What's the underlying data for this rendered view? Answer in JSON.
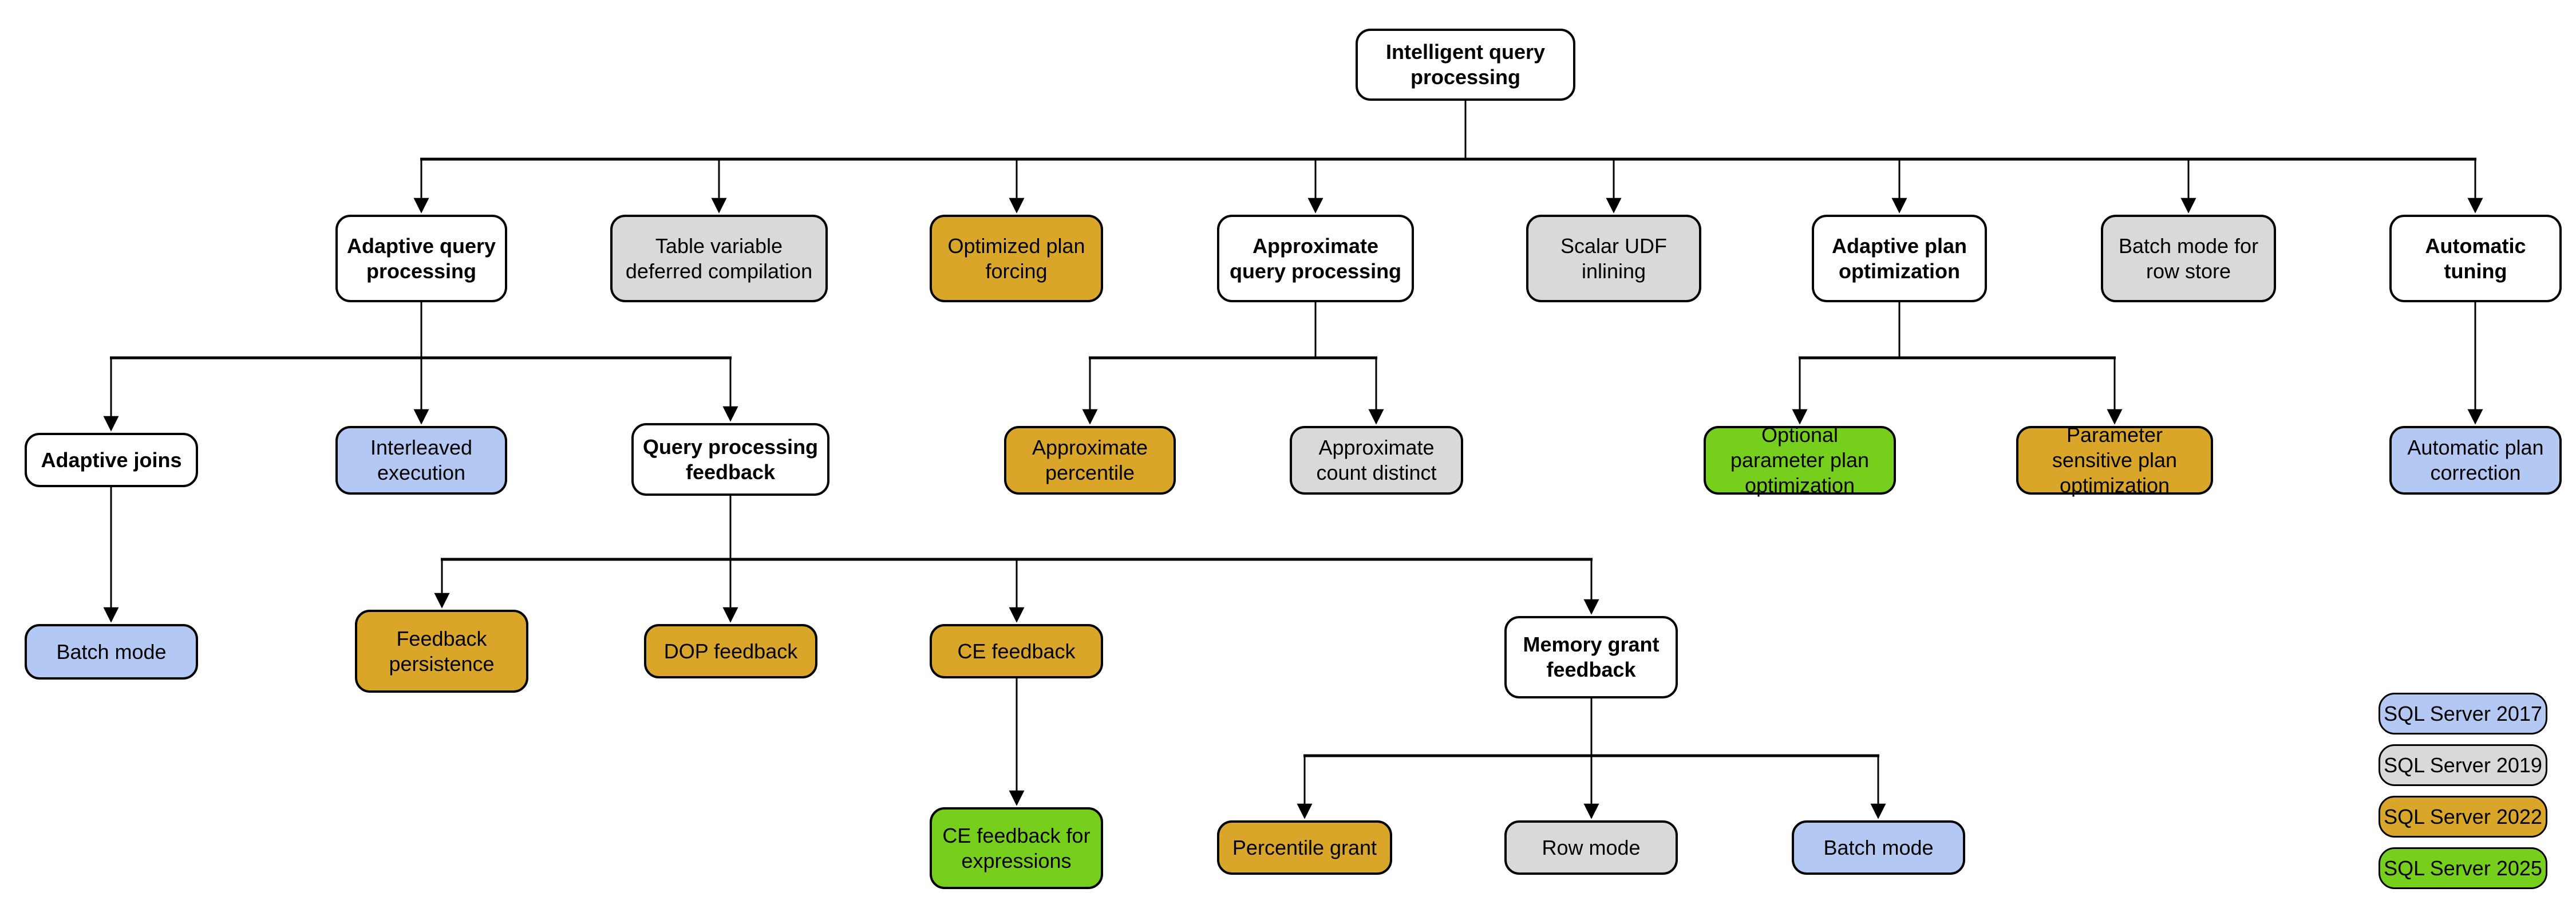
{
  "diagram": {
    "type": "feature-hierarchy-tree",
    "root": "Intelligent query processing"
  },
  "palette": {
    "sql_server_2017": "#b3c8f2",
    "sql_server_2019": "#d9d9d9",
    "sql_server_2022": "#d9a62a",
    "sql_server_2025": "#77cf1d",
    "feature_group": "#ffffff",
    "line": "#000000"
  },
  "nodes": [
    {
      "id": "root",
      "label": "Intelligent query processing",
      "version": null,
      "parent": null
    },
    {
      "id": "adaptive-query-processing",
      "label": "Adaptive query processing",
      "version": null,
      "parent": "root"
    },
    {
      "id": "table-variable-deferred-compilation",
      "label": "Table variable deferred compilation",
      "version": "SQL Server 2019",
      "parent": "root"
    },
    {
      "id": "optimized-plan-forcing",
      "label": "Optimized plan forcing",
      "version": "SQL Server 2022",
      "parent": "root"
    },
    {
      "id": "approximate-query-processing",
      "label": "Approximate query processing",
      "version": null,
      "parent": "root"
    },
    {
      "id": "scalar-udf-inlining",
      "label": "Scalar UDF inlining",
      "version": "SQL Server 2019",
      "parent": "root"
    },
    {
      "id": "adaptive-plan-optimization",
      "label": "Adaptive plan optimization",
      "version": null,
      "parent": "root"
    },
    {
      "id": "batch-mode-for-row-store",
      "label": "Batch mode for row store",
      "version": "SQL Server 2019",
      "parent": "root"
    },
    {
      "id": "automatic-tuning",
      "label": "Automatic tuning",
      "version": null,
      "parent": "root"
    },
    {
      "id": "adaptive-joins",
      "label": "Adaptive joins",
      "version": null,
      "parent": "adaptive-query-processing"
    },
    {
      "id": "interleaved-execution",
      "label": "Interleaved execution",
      "version": "SQL Server 2017",
      "parent": "adaptive-query-processing"
    },
    {
      "id": "query-processing-feedback",
      "label": "Query processing feedback",
      "version": null,
      "parent": "adaptive-query-processing"
    },
    {
      "id": "approximate-percentile",
      "label": "Approximate percentile",
      "version": "SQL Server 2022",
      "parent": "approximate-query-processing"
    },
    {
      "id": "approximate-count-distinct",
      "label": "Approximate count distinct",
      "version": "SQL Server 2019",
      "parent": "approximate-query-processing"
    },
    {
      "id": "optional-parameter-plan-optimization",
      "label": "Optional parameter plan optimization",
      "version": "SQL Server 2025",
      "parent": "adaptive-plan-optimization"
    },
    {
      "id": "parameter-sensitive-plan-optimization",
      "label": "Parameter sensitive plan optimization",
      "version": "SQL Server 2022",
      "parent": "adaptive-plan-optimization"
    },
    {
      "id": "automatic-plan-correction",
      "label": "Automatic plan correction",
      "version": "SQL Server 2017",
      "parent": "automatic-tuning"
    },
    {
      "id": "batch-mode-adaptive-joins",
      "label": "Batch mode",
      "version": "SQL Server 2017",
      "parent": "adaptive-joins"
    },
    {
      "id": "feedback-persistence",
      "label": "Feedback persistence",
      "version": "SQL Server 2022",
      "parent": "query-processing-feedback"
    },
    {
      "id": "dop-feedback",
      "label": "DOP feedback",
      "version": "SQL Server 2022",
      "parent": "query-processing-feedback"
    },
    {
      "id": "ce-feedback",
      "label": "CE feedback",
      "version": "SQL Server 2022",
      "parent": "query-processing-feedback"
    },
    {
      "id": "memory-grant-feedback",
      "label": "Memory grant feedback",
      "version": null,
      "parent": "query-processing-feedback"
    },
    {
      "id": "ce-feedback-for-expressions",
      "label": "CE feedback for expressions",
      "version": "SQL Server 2025",
      "parent": "ce-feedback"
    },
    {
      "id": "percentile-grant",
      "label": "Percentile grant",
      "version": "SQL Server 2022",
      "parent": "memory-grant-feedback"
    },
    {
      "id": "row-mode",
      "label": "Row mode",
      "version": "SQL Server 2019",
      "parent": "memory-grant-feedback"
    },
    {
      "id": "batch-mode-memory-grant",
      "label": "Batch mode",
      "version": "SQL Server 2017",
      "parent": "memory-grant-feedback"
    }
  ],
  "legend": {
    "items": [
      {
        "label": "SQL Server 2017",
        "color": "#b3c8f2"
      },
      {
        "label": "SQL Server 2019",
        "color": "#d9d9d9"
      },
      {
        "label": "SQL Server 2022",
        "color": "#d9a62a"
      },
      {
        "label": "SQL Server 2025",
        "color": "#77cf1d"
      }
    ]
  }
}
